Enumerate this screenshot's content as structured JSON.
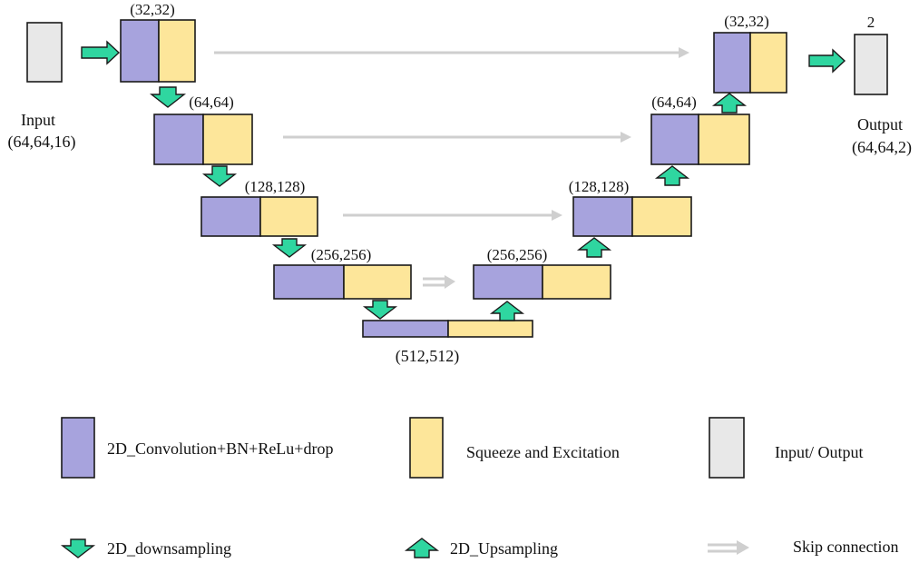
{
  "encoder": {
    "l1": "(32,32)",
    "l2": "(64,64)",
    "l3": "(128,128)",
    "l4": "(256,256)"
  },
  "bottleneck": "(512,512)",
  "decoder": {
    "l4": "(256,256)",
    "l3": "(128,128)",
    "l2": "(64,64)",
    "l1": "(32,32)"
  },
  "input": {
    "title": "Input",
    "shape": "(64,64,16)"
  },
  "output": {
    "title": "Output",
    "shape": "(64,64,2)",
    "top_label": "2"
  },
  "legend": {
    "conv": "2D_Convolution+BN+ReLu+drop",
    "se": "Squeeze and Excitation",
    "io": "Input/ Output",
    "down": "2D_downsampling",
    "up": "2D_Upsampling",
    "skip": "Skip connection"
  },
  "colors": {
    "conv": "#a7a3dd",
    "se": "#fde69a",
    "io": "#e8e8e8",
    "arrow": "#2fd6a0",
    "skip": "#cfcfcf"
  }
}
